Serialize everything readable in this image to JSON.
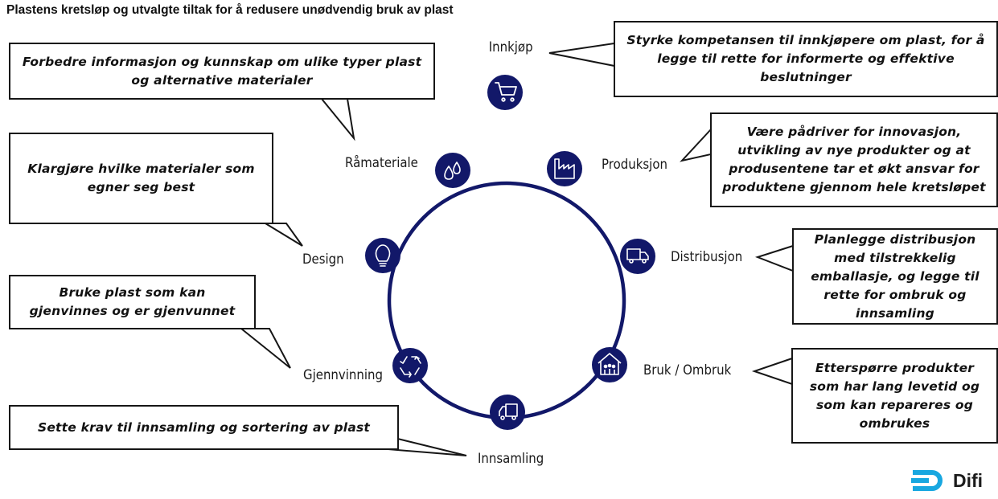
{
  "title": "Plastens kretsløp og utvalgte tiltak for å redusere unødvendig bruk av plast",
  "colors": {
    "circle": "#121869",
    "ring": "#121869",
    "icon": "#ffffff",
    "box_border": "#161616",
    "logo_accent": "#18a7e0",
    "text": "#111111"
  },
  "stages": [
    {
      "label": "Innkjøp",
      "icon": "shopping-cart-icon"
    },
    {
      "label": "Produksjon",
      "icon": "factory-icon"
    },
    {
      "label": "Distribusjon",
      "icon": "delivery-truck-icon"
    },
    {
      "label": "Bruk / Ombruk",
      "icon": "house-people-icon"
    },
    {
      "label": "Innsamling",
      "icon": "collection-truck-icon"
    },
    {
      "label": "Gjennvinning",
      "icon": "recycle-icon"
    },
    {
      "label": "Design",
      "icon": "lightbulb-icon"
    },
    {
      "label": "Råmateriale",
      "icon": "droplets-icon"
    }
  ],
  "measures": {
    "innkjop": "Styrke kompetansen til innkjøpere om plast, for å legge til rette for informerte og effektive beslutninger",
    "produksjon": "Være pådriver for innovasjon, utvikling av nye produkter og at produsentene tar et økt ansvar for produktene gjennom hele kretsløpet",
    "distribusjon": "Planlegge distribusjon med tilstrekkelig emballasje, og legge til rette for ombruk og innsamling",
    "bruk": "Etterspørre produkter som har lang levetid og som kan repareres og ombrukes",
    "innsamling": "Sette krav til innsamling og sortering av plast",
    "gjenvinning": "Bruke plast som kan gjenvinnes og er gjenvunnet",
    "design": "Klargjøre hvilke materialer som egner seg best",
    "ramateriale": "Forbedre informasjon og kunnskap om ulike typer plast og alternative materialer"
  },
  "logo": {
    "text": "Difi",
    "icon": "difi-logo-icon"
  }
}
